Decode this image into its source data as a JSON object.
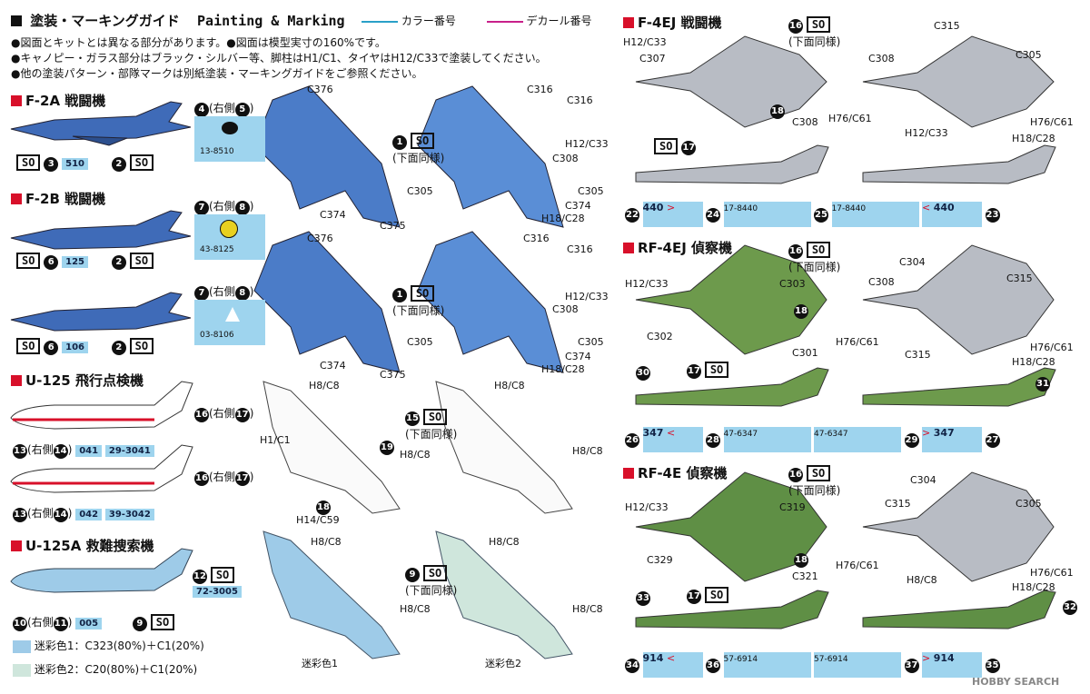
{
  "header": {
    "title": "塗装・マーキングガイド",
    "title_en": "Painting & Marking",
    "legend_color": "カラー番号",
    "legend_decal": "デカール番号",
    "notes": [
      "●図面とキットとは異なる部分があります。●図面は模型実寸の160%です。",
      "●キャノピー・ガラス部分はブラック・シルバー等、脚柱はH1/C1、タイヤはH12/C33で塗装してください。",
      "●他の塗装パターン・部隊マークは別紙塗装・マーキングガイドをご参照ください。"
    ]
  },
  "colors": {
    "accent_red": "#d8102a",
    "color_line": "#2aa0c8",
    "decal_line": "#c8208a",
    "decal_bg": "#9ed4ee"
  },
  "sections": {
    "f2a": "F-2A 戦闘機",
    "f2b": "F-2B 戦闘機",
    "u125": "U-125 飛行点検機",
    "u125a": "U-125A 救難捜索機",
    "f4ej": "F-4EJ 戦闘機",
    "rf4ej": "RF-4EJ 偵察機",
    "rf4e": "RF-4E 偵察機"
  },
  "so": "SO",
  "right_side": "(右側",
  "lower_same": "(下面同様)",
  "tags": {
    "f2a_510": "510",
    "f2a_serial": "13-8510",
    "f2b_125": "125",
    "f2b_serial": "43-8125",
    "f2b_106": "106",
    "f2b2_serial": "03-8106",
    "u125_041": "041",
    "u125_041s": "29-3041",
    "u125_042": "042",
    "u125_042s": "39-3042",
    "u125a_serial": "72-3005",
    "u125a_005": "005",
    "f4_440": "440",
    "f4_s1": "17-8440",
    "f4_s2": "17-8440",
    "rf_347": "347",
    "rf_s1": "47-6347",
    "rf_s2": "47-6347",
    "rfe_914": "914",
    "rfe_s1": "57-6914",
    "rfe_s2": "57-6914"
  },
  "nums": {
    "n1": "1",
    "n2": "2",
    "n3": "3",
    "n4": "4",
    "n5": "5",
    "n6": "6",
    "n7": "7",
    "n8": "8",
    "n9": "9",
    "n10": "10",
    "n11": "11",
    "n12": "12",
    "n13": "13",
    "n14": "14",
    "n15": "15",
    "n16": "16",
    "n17": "17",
    "n18": "18",
    "n19": "19",
    "n22": "22",
    "n23": "23",
    "n24": "24",
    "n25": "25",
    "n26": "26",
    "n27": "27",
    "n28": "28",
    "n29": "29",
    "n30": "30",
    "n31": "31",
    "n32": "32",
    "n33": "33",
    "n34": "34",
    "n35": "35",
    "n36": "36",
    "n37": "37"
  },
  "camo": {
    "c1": "迷彩色1：C323(80%)＋C1(20%)",
    "c2": "迷彩色2：C20(80%)＋C1(20%)",
    "short1": "迷彩色1",
    "short2": "迷彩色2"
  },
  "labels": {
    "C376": "C376",
    "C305": "C305",
    "C374": "C374",
    "C375": "C375",
    "C316": "C316",
    "H12C33": "H12/C33",
    "C308": "C308",
    "H18C28": "H18/C28",
    "H8C8": "H8/C8",
    "H1C1": "H1/C1",
    "H14C59": "H14/C59",
    "C307": "C307",
    "C315": "C315",
    "H76C61": "H76/C61",
    "C303": "C303",
    "C302": "C302",
    "C301": "C301",
    "C304": "C304",
    "C319": "C319",
    "C329": "C329",
    "C321": "C321"
  },
  "watermark": "HOBBY SEARCH"
}
